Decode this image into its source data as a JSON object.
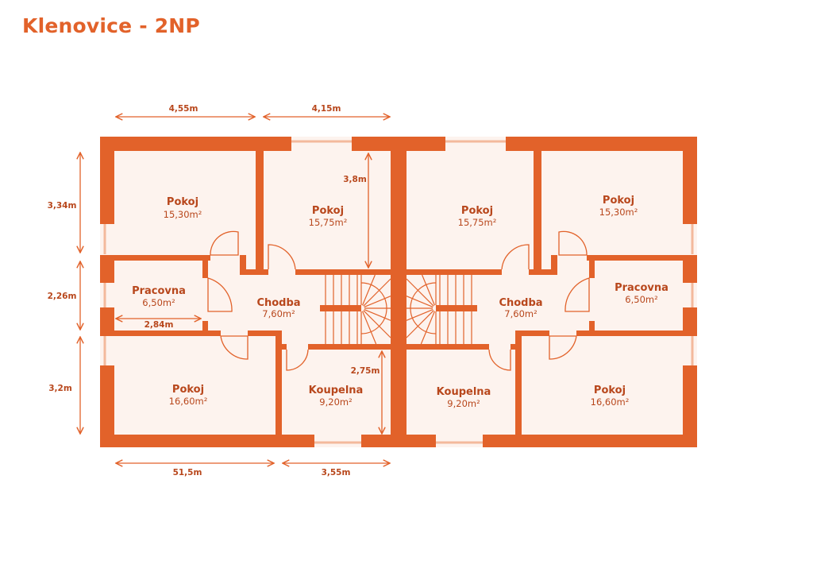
{
  "title": "Klenovice - 2NP",
  "colors": {
    "wall": "#e2622a",
    "floor": "#fdf3ee",
    "window": "#f3b99c",
    "text": "#b8471c"
  },
  "rooms": [
    {
      "name": "Pokoj",
      "area": "15,30m²"
    },
    {
      "name": "Pokoj",
      "area": "15,75m²"
    },
    {
      "name": "Pracovna",
      "area": "6,50m²"
    },
    {
      "name": "Chodba",
      "area": "7,60m²"
    },
    {
      "name": "Pokoj",
      "area": "16,60m²"
    },
    {
      "name": "Koupelna",
      "area": "9,20m²"
    },
    {
      "name": "Pokoj",
      "area": "15,75m²"
    },
    {
      "name": "Pokoj",
      "area": "15,30m²"
    },
    {
      "name": "Pracovna",
      "area": "6,50m²"
    },
    {
      "name": "Chodba",
      "area": "7,60m²"
    },
    {
      "name": "Koupelna",
      "area": "9,20m²"
    },
    {
      "name": "Pokoj",
      "area": "16,60m²"
    }
  ],
  "dimensions": {
    "top_left": "4,55m",
    "top_right": "4,15m",
    "left_top": "3,34m",
    "left_mid": "2,26m",
    "left_bottom": "3,2m",
    "bottom_left": "51,5m",
    "bottom_right": "3,55m",
    "room_height": "3,8m",
    "pracovna_width": "2,84m",
    "bath_height": "2,75m"
  }
}
